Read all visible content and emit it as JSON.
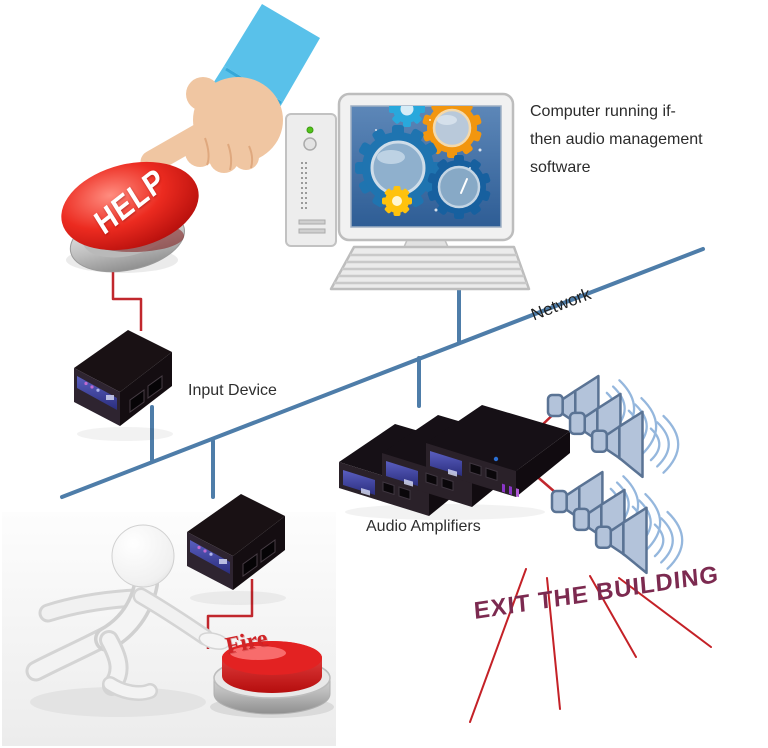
{
  "diagram": {
    "help_button_label": "HELP",
    "computer_caption_lines": [
      "Computer running if-",
      "then audio management",
      "software"
    ],
    "network_label": "Network",
    "input_device_label": "Input Device",
    "audio_amplifiers_label": "Audio Amplifiers",
    "fire_label": "Fire",
    "exit_message": "EXIT THE BUILDING"
  },
  "icons": {
    "pressing_hand": "hand-pressing-icon",
    "help_button": "red-help-push-button",
    "computer": "desktop-computer-with-gears",
    "input_device": "network-input-device-box",
    "audio_amplifier": "network-audio-amplifier-box",
    "speakers": "horn-loudspeaker-cluster",
    "person": "figure-pressing-fire-button",
    "fire_button": "red-fire-push-button"
  },
  "colors": {
    "network_line": "#4e7da9",
    "signal_line_red": "#c1272d",
    "ray_red": "#c42127",
    "help_button_red": "#e31515",
    "fire_button_red": "#d91f1f",
    "exit_text": "#7c2a50",
    "speaker_fill": "#b3c3da",
    "speaker_outline": "#5a7394",
    "sound_wave": "#95b7dd",
    "sleeve_blue": "#59c1ea",
    "skin": "#f0c6a2",
    "gear_blue": "#1f74b0",
    "gear_orange": "#f2960f",
    "gear_cyan": "#29a8dc",
    "gear_yellow": "#ffc20d",
    "device_black": "#1a1216",
    "device_label_blue": "#3b3f9e"
  }
}
